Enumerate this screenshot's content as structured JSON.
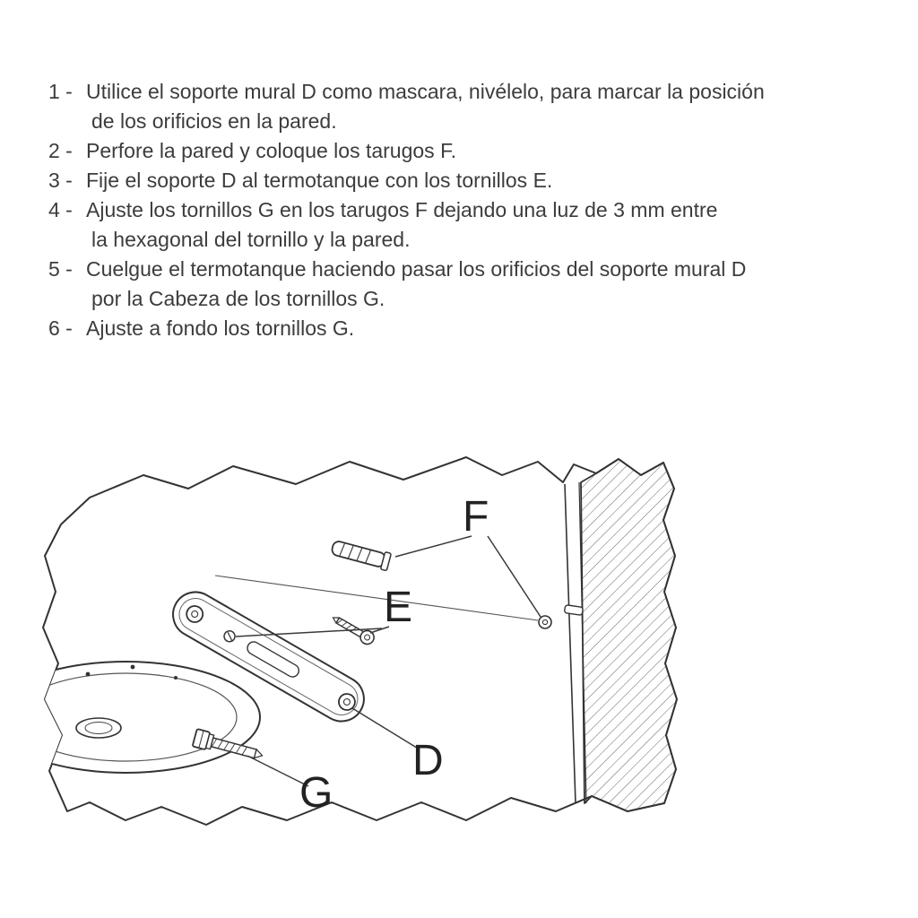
{
  "instructions": [
    {
      "label": "1 -",
      "lines": [
        "Utilice el soporte mural D como mascara, nivélelo, para marcar la posición",
        "de los orificios en la pared."
      ]
    },
    {
      "label": "2 -",
      "lines": [
        "Perfore la pared y coloque los tarugos F."
      ]
    },
    {
      "label": "3 -",
      "lines": [
        "Fije el soporte D al termotanque con los tornillos E."
      ]
    },
    {
      "label": "4 -",
      "lines": [
        "Ajuste los tornillos G en los tarugos F dejando una luz de 3 mm entre",
        "la hexagonal del tornillo y la pared."
      ]
    },
    {
      "label": "5 -",
      "lines": [
        "Cuelgue el termotanque haciendo pasar los orificios del soporte mural D",
        "por la Cabeza  de los tornillos G."
      ]
    },
    {
      "label": "6 -",
      "lines": [
        "Ajuste a fondo los tornillos G."
      ]
    }
  ],
  "diagram": {
    "labels": {
      "f": "F",
      "e": "E",
      "d": "D",
      "g": "G"
    },
    "line_color": "#333333"
  }
}
